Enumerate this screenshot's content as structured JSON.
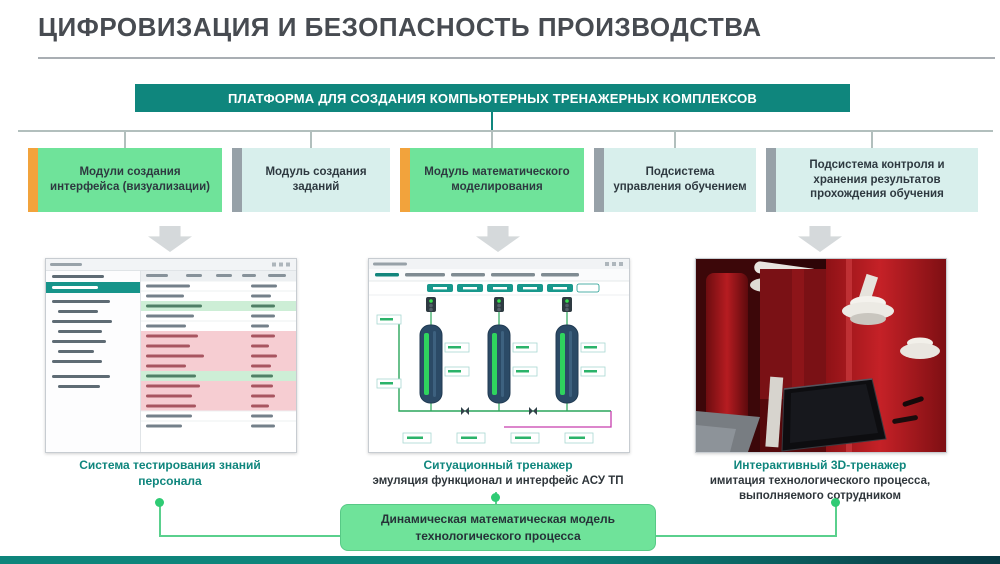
{
  "slide": {
    "title": "ЦИФРОВИЗАЦИЯ И БЕЗОПАСНОСТЬ ПРОИЗВОДСТВА",
    "banner": "ПЛАТФОРМА ДЛЯ СОЗДАНИЯ КОМПЬЮТЕРНЫХ ТРЕНАЖЕРНЫХ КОМПЛЕКСОВ"
  },
  "modules": [
    {
      "label": "Модули создания интерфейса (визуализации)",
      "fill": "green",
      "accent": "orange"
    },
    {
      "label": "Модуль создания заданий",
      "fill": "cyan",
      "accent": "gray"
    },
    {
      "label": "Модуль математического моделирования",
      "fill": "green",
      "accent": "orange"
    },
    {
      "label": "Подсистема управления обучением",
      "fill": "cyan",
      "accent": "gray"
    },
    {
      "label": "Подсистема контроля и хранения результатов прохождения обучения",
      "fill": "cyan",
      "accent": "gray"
    }
  ],
  "previews": [
    {
      "caption": "Система тестирования знаний персонала"
    },
    {
      "caption": "Ситуационный тренажер",
      "subtitle": "эмуляция функционал и интерфейс АСУ ТП"
    },
    {
      "caption": "Интерактивный 3D-тренажер",
      "subtitle": "имитация технологического процесса, выполняемого сотрудником"
    }
  ],
  "bottom_box": {
    "label": "Динамическая математическая модель технологического процесса"
  },
  "colors": {
    "teal": "#0f867d",
    "module_green": "#6fe39a",
    "module_cyan": "#d8efec",
    "accent_orange": "#f2a33c",
    "accent_gray": "#97a1a8",
    "arrow_gray": "#d5d9db",
    "connector_green": "#5ad08d",
    "dot_green": "#2fcb74"
  }
}
